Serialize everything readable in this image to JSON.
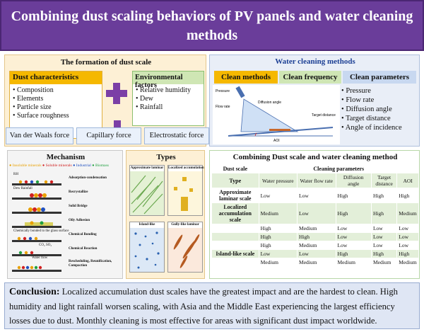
{
  "title": "Combining dust scaling behaviors of PV panels and water cleaning methods",
  "formation": {
    "title": "The formation of dust scale",
    "dust_characteristics": {
      "header": "Dust characteristics",
      "items": [
        "Composition",
        "Elements",
        "Particle size",
        "Surface roughness"
      ]
    },
    "environmental_factors": {
      "header": "Environmental factors",
      "items": [
        "Relative humidity",
        "Dew",
        "Rainfall"
      ]
    },
    "forces": [
      "Van der Waals force",
      "Capillary force",
      "Electrostatic force"
    ]
  },
  "mechanism": {
    "title": "Mechanism",
    "legend": [
      "Insoluble minerals",
      "Soluble minerals",
      "Industrial",
      "Biomass"
    ],
    "rows": [
      {
        "sub": "RH",
        "label": "Adsorption-condensation"
      },
      {
        "sub": "Dew Rainfall",
        "label": "Recrystallize"
      },
      {
        "sub": "",
        "label": "Solid Bridge"
      },
      {
        "sub": "",
        "label": "Oily Adhesion"
      },
      {
        "sub": "Chemically bonded to the glass surface",
        "label": "Chemical Bonding"
      },
      {
        "sub": "CO₂ SO₂",
        "label": "Chemical Reaction"
      },
      {
        "sub": "Water flow",
        "label": "Rescheduling, Reunification, Compaction"
      }
    ]
  },
  "types": {
    "title": "Types",
    "items": [
      "Approximate laminar",
      "Localized accumulation",
      "Island-like",
      "Gully-like laminar"
    ]
  },
  "water": {
    "title": "Water cleaning methods",
    "tabs": [
      "Clean methods",
      "Clean frequency",
      "Clean parameters"
    ],
    "diagram_labels": {
      "pressure": "Pressure",
      "flow_rate": "Flow rate",
      "diffusion_angle": "Diffusion angle",
      "target_distance": "Target distance",
      "aoi": "AOI"
    },
    "parameters": [
      "Pressure",
      "Flow rate",
      "Diffusion angle",
      "Target distance",
      "Angle of incidence"
    ]
  },
  "combine": {
    "title": "Combining Dust scale and water cleaning method",
    "header_left": "Dust scale",
    "header_group": "Cleaning parameters",
    "columns": [
      "Type",
      "Water pressure",
      "Water flow rate",
      "Diffusion angle",
      "Target distance",
      "AOI"
    ],
    "rows": [
      {
        "type": "Approximate laminar scale",
        "values": [
          "Low",
          "Low",
          "High",
          "High",
          "High"
        ]
      },
      {
        "type": "Localized accumulation scale",
        "values": [
          "Medium",
          "Low",
          "High",
          "High",
          "Medium"
        ]
      },
      {
        "type": "",
        "values": [
          "High",
          "Medium",
          "Low",
          "Low",
          "Low"
        ]
      },
      {
        "type": "",
        "values": [
          "High",
          "High",
          "Low",
          "Low",
          "Low"
        ]
      },
      {
        "type": "",
        "values": [
          "High",
          "Medium",
          "Low",
          "Low",
          "Low"
        ]
      },
      {
        "type": "Island-like scale",
        "values": [
          "Low",
          "Low",
          "High",
          "High",
          "High"
        ]
      },
      {
        "type": "",
        "values": [
          "Medium",
          "Medium",
          "Medium",
          "Medium",
          "Medium"
        ]
      }
    ]
  },
  "conclusion": {
    "lead": "Conclusion:",
    "text": " Localized accumulation dust scales have the greatest impact and are the hardest to clean. High humidity and light rainfall worsen scaling, with Asia and the Middle East experiencing the largest efficiency losses due to dust. Monthly cleaning is most effective for areas with significant dust impact worldwide."
  },
  "colors": {
    "title_bg": "#6a3d9a",
    "formation_bg": "#fdf0d5",
    "water_bg": "#e9eef7",
    "accent_yellow": "#f5b800",
    "accent_green": "#cfe6b4",
    "accent_purple": "#7b3fa6",
    "water_title": "#1c3f94"
  }
}
